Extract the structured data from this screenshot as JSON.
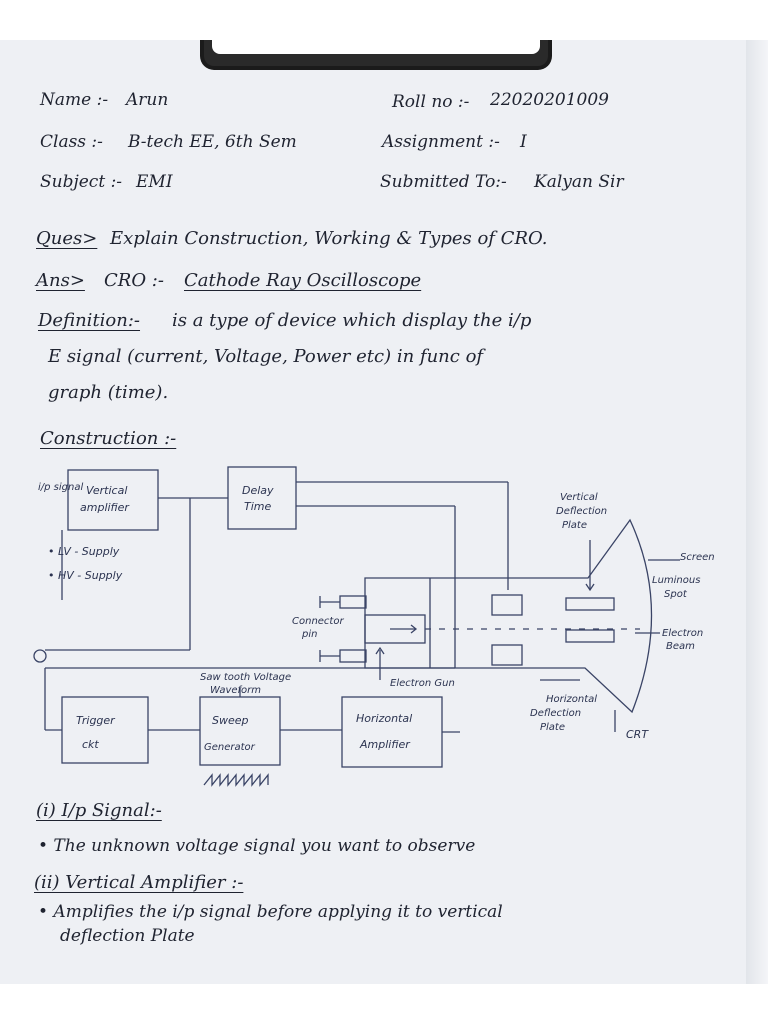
{
  "header": {
    "name_label": "Name :-",
    "name_value": "Arun",
    "roll_label": "Roll no :-",
    "roll_value": "22020201009",
    "class_label": "Class :-",
    "class_value": "B-tech EE, 6th Sem",
    "assignment_label": "Assignment :-",
    "assignment_value": "I",
    "subject_label": "Subject :-",
    "subject_value": "EMI",
    "submitted_label": "Submitted To:-",
    "submitted_value": "Kalyan Sir"
  },
  "body": {
    "question_label": "Ques>",
    "question_text": "Explain Construction, Working & Types of CRO.",
    "answer_label": "Ans>",
    "answer_prefix": "CRO :-",
    "answer_text": "Cathode Ray Oscilloscope",
    "definition_label": "Definition:-",
    "definition_line1": "is a type of device which display the i/p",
    "definition_line2": "E signal (current, Voltage, Power etc) in func of",
    "definition_line3": "graph (time).",
    "construction_heading": "Construction :-"
  },
  "diagram": {
    "ip_signal": "i/p signal",
    "vertical_amplifier_line1": "Vertical",
    "vertical_amplifier_line2": "amplifier",
    "delay_time_line1": "Delay",
    "delay_time_line2": "Time",
    "lv_supply": "• LV - Supply",
    "hv_supply": "• HV - Supply",
    "vertical_deflection_line1": "Vertical",
    "vertical_deflection_line2": "Deflection",
    "vertical_deflection_line3": "Plate",
    "screen": "Screen",
    "luminous_spot_line1": "Luminous",
    "luminous_spot_line2": "Spot",
    "connector_pin_line1": "Connector",
    "connector_pin_line2": "pin",
    "electron_beam_line1": "Electron",
    "electron_beam_line2": "Beam",
    "electron_gun": "Electron Gun",
    "sawtooth_line1": "Saw tooth Voltage",
    "sawtooth_line2": "Waveform",
    "trigger_line1": "Trigger",
    "trigger_line2": "ckt",
    "sweep_line1": "Sweep",
    "sweep_line2": "Generator",
    "horizontal_amp_line1": "Horizontal",
    "horizontal_amp_line2": "Amplifier",
    "horizontal_deflection_line1": "Horizontal",
    "horizontal_deflection_line2": "Deflection",
    "horizontal_deflection_line3": "Plate",
    "crt": "CRT"
  },
  "notes": {
    "item1_label": "(i) I/p Signal:-",
    "item1_text": "• The unknown voltage signal you want to observe",
    "item2_label": "(ii) Vertical Amplifier :-",
    "item2_text_line1": "• Amplifies the i/p signal before applying it to vertical",
    "item2_text_line2": "deflection Plate"
  }
}
